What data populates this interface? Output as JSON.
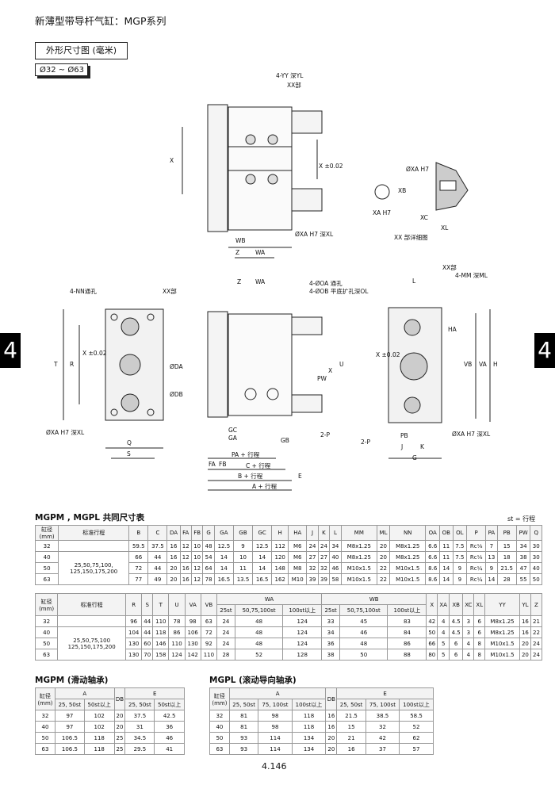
{
  "header": {
    "title": "新薄型带导杆气缸：MGP系列",
    "section_tag": "外形尺寸图 (毫米)",
    "size_range": "Ø32 ~ Ø63",
    "side_tab": "4"
  },
  "drawing_labels": {
    "top_view": [
      "4-YY 深YL",
      "XX部",
      "X",
      "X ±0.02",
      "ØXA H7 深XL",
      "WB",
      "Z",
      "WA"
    ],
    "detail": [
      "ØXA H7",
      "XB",
      "XA H7",
      "XC",
      "XL",
      "XX 部详细图"
    ],
    "front_view": [
      "4-NN通孔",
      "XX部",
      "T",
      "R",
      "X ±0.02",
      "ØXA H7 深XL",
      "Q",
      "S"
    ],
    "side_view": [
      "Z",
      "WA",
      "4-ØOA 通孔",
      "4-ØOB 平底扩孔深OL",
      "ØDA",
      "ØDB",
      "PW",
      "X",
      "U",
      "GC",
      "GA",
      "GB",
      "2-P",
      "FA",
      "FB",
      "PA + 行程",
      "C + 行程",
      "B + 行程",
      "A + 行程",
      "E"
    ],
    "end_view": [
      "L",
      "XX部",
      "4-MM 深ML",
      "HA",
      "X ±0.02",
      "VB",
      "VA",
      "H",
      "2-P",
      "PB",
      "J",
      "K",
      "G",
      "ØXA H7 深XL"
    ]
  },
  "table_common": {
    "title": "MGPM , MGPL 共同尺寸表",
    "unit_note": "st = 行程",
    "headers": [
      "缸径\n(mm)",
      "标准行程",
      "B",
      "C",
      "DA",
      "FA",
      "FB",
      "G",
      "GA",
      "GB",
      "GC",
      "H",
      "HA",
      "J",
      "K",
      "L",
      "MM",
      "ML",
      "NN",
      "OA",
      "OB",
      "OL",
      "P",
      "PA",
      "PB",
      "PW",
      "Q"
    ],
    "stroke": "25,50,75,100,\n125,150,175,200",
    "rows": [
      [
        "32",
        "59.5",
        "37.5",
        "16",
        "12",
        "10",
        "48",
        "12.5",
        "9",
        "12.5",
        "112",
        "M6",
        "24",
        "24",
        "34",
        "M8x1.25",
        "20",
        "M8x1.25",
        "6.6",
        "11",
        "7.5",
        "Rc⅛",
        "7",
        "15",
        "34",
        "30"
      ],
      [
        "40",
        "66",
        "44",
        "16",
        "12",
        "10",
        "54",
        "14",
        "10",
        "14",
        "120",
        "M6",
        "27",
        "27",
        "40",
        "M8x1.25",
        "20",
        "M8x1.25",
        "6.6",
        "11",
        "7.5",
        "Rc⅛",
        "13",
        "18",
        "38",
        "30"
      ],
      [
        "50",
        "72",
        "44",
        "20",
        "16",
        "12",
        "64",
        "14",
        "11",
        "14",
        "148",
        "M8",
        "32",
        "32",
        "46",
        "M10x1.5",
        "22",
        "M10x1.5",
        "8.6",
        "14",
        "9",
        "Rc¼",
        "9",
        "21.5",
        "47",
        "40"
      ],
      [
        "63",
        "77",
        "49",
        "20",
        "16",
        "12",
        "78",
        "16.5",
        "13.5",
        "16.5",
        "162",
        "M10",
        "39",
        "39",
        "58",
        "M10x1.5",
        "22",
        "M10x1.5",
        "8.6",
        "14",
        "9",
        "Rc¼",
        "14",
        "28",
        "55",
        "50"
      ]
    ]
  },
  "table_common2": {
    "headers": [
      "缸径\n(mm)",
      "标准行程",
      "R",
      "S",
      "T",
      "U",
      "VA",
      "VB",
      "WA",
      "WB",
      "X",
      "XA",
      "XB",
      "XC",
      "XL",
      "YY",
      "YL",
      "Z"
    ],
    "wa_sub": [
      "25st",
      "50,75,100st",
      "100st以上"
    ],
    "wb_sub": [
      "25st",
      "50,75,100st",
      "100st以上"
    ],
    "stroke": "25,50,75,100\n125,150,175,200",
    "rows": [
      [
        "32",
        "96",
        "44",
        "110",
        "78",
        "98",
        "63",
        "24",
        "48",
        "124",
        "33",
        "45",
        "83",
        "42",
        "4",
        "4.5",
        "3",
        "6",
        "M8x1.25",
        "16",
        "21"
      ],
      [
        "40",
        "104",
        "44",
        "118",
        "86",
        "106",
        "72",
        "24",
        "48",
        "124",
        "34",
        "46",
        "84",
        "50",
        "4",
        "4.5",
        "3",
        "6",
        "M8x1.25",
        "16",
        "22"
      ],
      [
        "50",
        "130",
        "60",
        "146",
        "110",
        "130",
        "92",
        "24",
        "48",
        "124",
        "36",
        "48",
        "86",
        "66",
        "5",
        "6",
        "4",
        "8",
        "M10x1.5",
        "20",
        "24"
      ],
      [
        "63",
        "130",
        "70",
        "158",
        "124",
        "142",
        "110",
        "28",
        "52",
        "128",
        "38",
        "50",
        "88",
        "80",
        "5",
        "6",
        "4",
        "8",
        "M10x1.5",
        "20",
        "24"
      ]
    ]
  },
  "table_mgpm": {
    "title": "MGPM (滑动轴承)",
    "headers": [
      "缸径\n(mm)",
      "A",
      "DB",
      "E"
    ],
    "sub": [
      "25, 50st",
      "50st以上",
      "25, 50st",
      "50st以上"
    ],
    "rows": [
      [
        "32",
        "97",
        "102",
        "20",
        "37.5",
        "42.5"
      ],
      [
        "40",
        "97",
        "102",
        "20",
        "31",
        "36"
      ],
      [
        "50",
        "106.5",
        "118",
        "25",
        "34.5",
        "46"
      ],
      [
        "63",
        "106.5",
        "118",
        "25",
        "29.5",
        "41"
      ]
    ]
  },
  "table_mgpl": {
    "title": "MGPL (滚动导向轴承)",
    "headers": [
      "缸径\n(mm)",
      "A",
      "DB",
      "E"
    ],
    "sub": [
      "25, 50st",
      "75, 100st",
      "100st以上",
      "25, 50st",
      "75, 100st",
      "100st以上"
    ],
    "rows": [
      [
        "32",
        "81",
        "98",
        "118",
        "16",
        "21.5",
        "38.5",
        "58.5"
      ],
      [
        "40",
        "81",
        "98",
        "118",
        "16",
        "15",
        "32",
        "52"
      ],
      [
        "50",
        "93",
        "114",
        "134",
        "20",
        "21",
        "42",
        "62"
      ],
      [
        "63",
        "93",
        "114",
        "134",
        "20",
        "16",
        "37",
        "57"
      ]
    ]
  },
  "footer": {
    "page_number": "4.146"
  }
}
